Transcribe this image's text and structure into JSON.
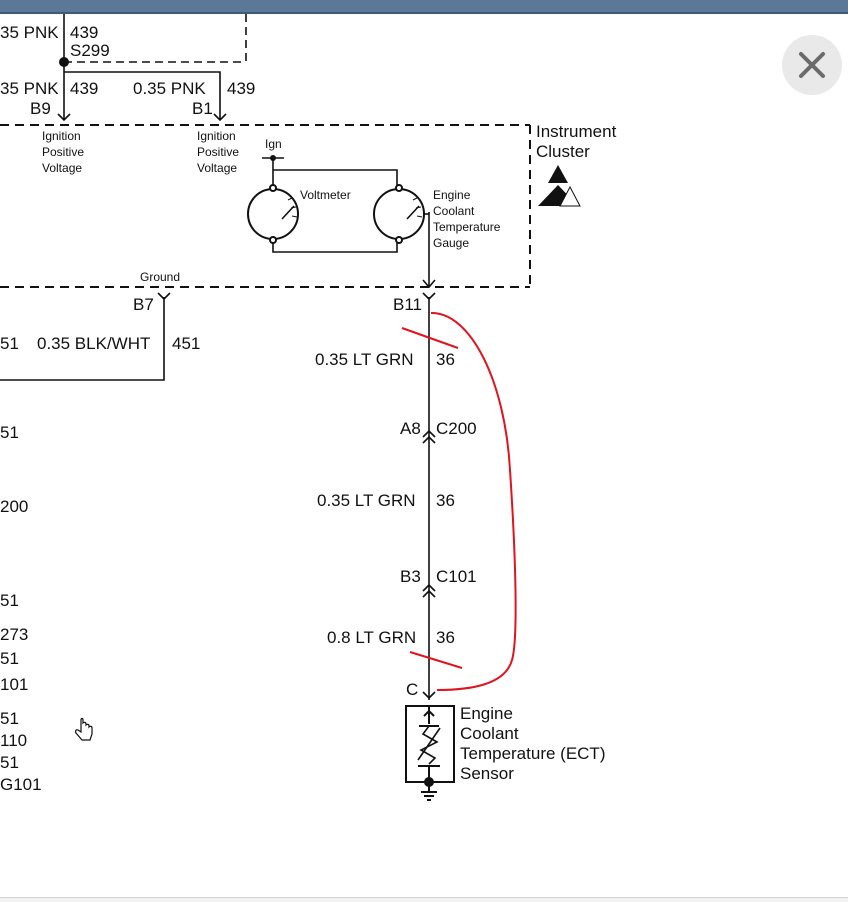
{
  "colors": {
    "topbar": "#5b7896",
    "annotation": "#e0141e",
    "ink": "#111111"
  },
  "close_icon": "close-icon",
  "cursor_icon": "hand-pointer-icon",
  "top": {
    "pnk_top": "35 PNK",
    "circuit_top": "439",
    "splice": "S299",
    "left_pnk": "35 PNK",
    "left_circuit": "439",
    "right_pnk": "0.35 PNK",
    "right_circuit": "439",
    "pin_b9": "B9",
    "pin_b1": "B1"
  },
  "cluster": {
    "title_line1": "Instrument",
    "title_line2": "Cluster",
    "ign_left_1": "Ignition",
    "ign_left_2": "Positive",
    "ign_left_3": "Voltage",
    "ign_right_1": "Ignition",
    "ign_right_2": "Positive",
    "ign_right_3": "Voltage",
    "ign": "Ign",
    "voltmeter": "Voltmeter",
    "gauge_1": "Engine",
    "gauge_2": "Coolant",
    "gauge_3": "Temperature",
    "gauge_4": "Gauge",
    "ground": "Ground"
  },
  "ground_wire": {
    "pin": "B7",
    "left_circuit": "51",
    "wire": "0.35 BLK/WHT",
    "circuit": "451"
  },
  "sensor_wire": {
    "pin_top": "B11",
    "seg1_wire": "0.35 LT GRN",
    "seg1_circuit": "36",
    "conn1_pin": "A8",
    "conn1": "C200",
    "seg2_wire": "0.35 LT GRN",
    "seg2_circuit": "36",
    "conn2_pin": "B3",
    "conn2": "C101",
    "seg3_wire": "0.8 LT GRN",
    "seg3_circuit": "36",
    "pin_c": "C"
  },
  "sensor": {
    "line1": "Engine",
    "line2": "Coolant",
    "line3": "Temperature (ECT)",
    "line4": "Sensor"
  },
  "left_edge": {
    "l1": "51",
    "l2": "200",
    "l3": "51",
    "l4": "273",
    "l5": "51",
    "l6": "101",
    "l7": "51",
    "l8": "110",
    "l9": "51",
    "l10": "G101"
  }
}
